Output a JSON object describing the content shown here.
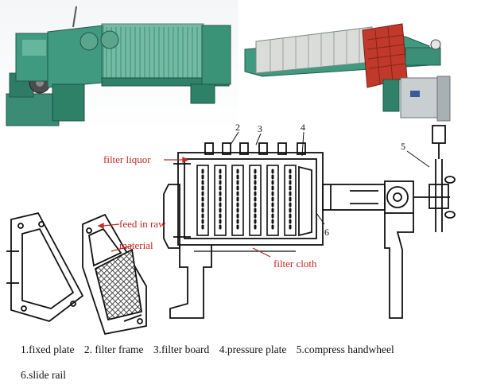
{
  "callouts": {
    "filter_liquor": "filter liquor",
    "feed_in_raw": "feed in raw",
    "material": "material",
    "filter_cloth": "filter cloth",
    "num_2": "2",
    "num_3": "3",
    "num_4": "4",
    "num_5": "5",
    "num_6": "6"
  },
  "legend": [
    "1.fixed plate",
    "2. filter frame",
    "3.filter board",
    "4.pressure plate",
    "5.compress handwheel",
    "6.slide rail"
  ],
  "colors": {
    "machine_green": "#3f9a7f",
    "frame_red": "#c0392b",
    "label_red": "#c0271f",
    "line_black": "#111111"
  }
}
